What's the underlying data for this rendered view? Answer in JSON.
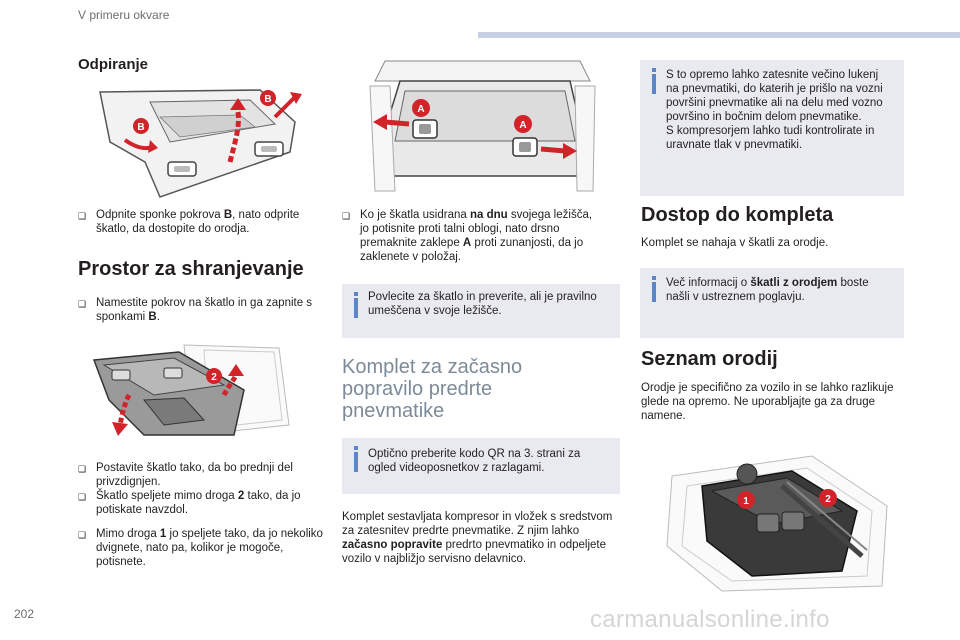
{
  "header": {
    "section": "V primeru okvare"
  },
  "footer": {
    "page_number": "202",
    "watermark": "carmanualsonline.info"
  },
  "col1": {
    "h_open": "Odpiranje",
    "b1_pre": "Odpnite sponke pokrova ",
    "b1_bold": "B",
    "b1_post": ", nato odprite škatlo, da dostopite do orodja.",
    "h_storage": "Prostor za shranjevanje",
    "b2_pre": "Namestite pokrov na škatlo in ga zapnite s sponkami ",
    "b2_bold": "B",
    "b2_post": ".",
    "b3": "Postavite škatlo tako, da bo prednji del privzdignjen.",
    "b4_pre": "Škatlo speljete mimo droga ",
    "b4_bold": "2",
    "b4_post": " tako, da jo potiskate navzdol.",
    "b5_pre": "Mimo droga ",
    "b5_bold": "1",
    "b5_post": " jo speljete tako, da jo nekoliko dvignete, nato pa, kolikor je mogoče, potisnete."
  },
  "col2": {
    "b1_pre": "Ko je škatla usidrana ",
    "b1_bold1": "na dnu",
    "b1_mid": " svojega ležišča, jo potisnite proti talni oblogi, nato drsno premaknite zaklepe ",
    "b1_bold2": "A",
    "b1_post": " proti zunanjosti, da jo zaklenete v položaj.",
    "note1": "Povlecite za škatlo in preverite, ali je pravilno umeščena v svoje ležišče.",
    "h_kit_1": "Komplet za začasno",
    "h_kit_2": "popravilo predrte",
    "h_kit_3": "pnevmatike",
    "note2": "Optično preberite kodo QR na 3. strani za ogled videoposnetkov z razlagami.",
    "p_pre": "Komplet sestavljata kompresor in vložek s sredstvom za zatesnitev predrte pnevmatike. Z njim lahko ",
    "p_bold": "začasno popravite",
    "p_post": " predrto pnevmatiko in odpeljete vozilo v najbližjo servisno delavnico."
  },
  "col3": {
    "note1": "S to opremo lahko zatesnite večino lukenj na pnevmatiki, do katerih je prišlo na vozni površini pnevmatike ali na delu med vozno površino in bočnim delom pnevmatike.",
    "note1b": "S kompresorjem lahko tudi kontrolirate in uravnate tlak v pnevmatiki.",
    "h_access": "Dostop do kompleta",
    "p_access": "Komplet se nahaja v škatli za orodje.",
    "note2_pre": "Več informacij o ",
    "note2_bold": "škatli z orodjem",
    "note2_post": " boste našli v ustreznem poglavju.",
    "h_list": "Seznam orodij",
    "p_list": "Orodje je specifično za vozilo in se lahko razlikuje glede na opremo. Ne uporabljajte ga za druge namene."
  },
  "figures": {
    "label_b": "B",
    "label_a": "A",
    "label_1": "1",
    "label_2": "2"
  },
  "colors": {
    "callout_red": "#d2232a",
    "note_bg": "#e8eaef",
    "icon_blue": "#5d86c8"
  }
}
